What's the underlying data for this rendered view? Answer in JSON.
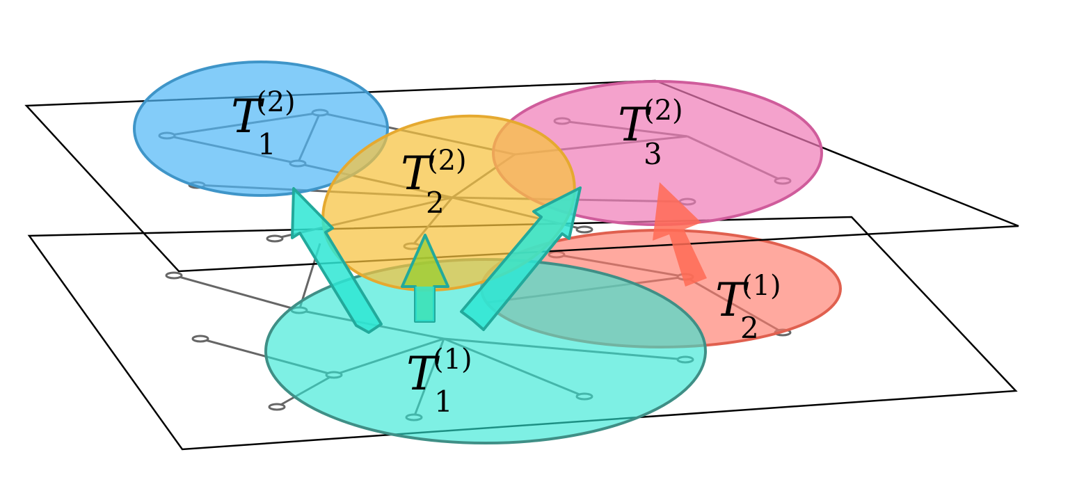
{
  "clusters": [
    {
      "id": "t1-1",
      "letter": "T",
      "superscript": "(1)",
      "subscript": "1",
      "color": "#2ee6d3"
    },
    {
      "id": "t2-1",
      "letter": "T",
      "superscript": "(1)",
      "subscript": "2",
      "color": "#ff7b6b"
    },
    {
      "id": "t1-2",
      "letter": "T",
      "superscript": "(2)",
      "subscript": "1",
      "color": "#4fb6f7"
    },
    {
      "id": "t2-2",
      "letter": "T",
      "superscript": "(2)",
      "subscript": "2",
      "color": "#f7c23e"
    },
    {
      "id": "t3-2",
      "letter": "T",
      "superscript": "(2)",
      "subscript": "3",
      "color": "#ef7ab7"
    }
  ],
  "arrow_colors": {
    "teal": "#2ee6d3",
    "teal_stroke": "#22a99b",
    "green": "#9acd32",
    "red": "#ff6b55"
  },
  "plane_color": "#000000"
}
